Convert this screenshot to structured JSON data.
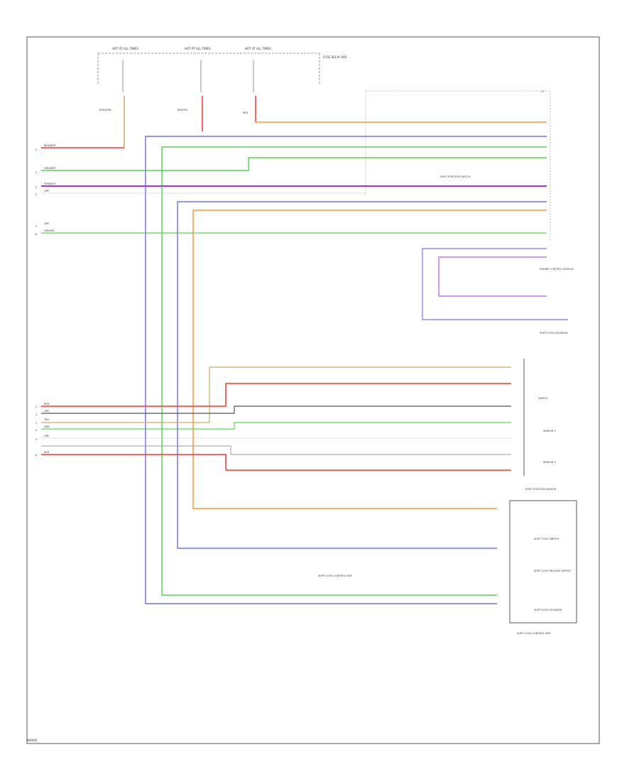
{
  "footer": {
    "code": "W0000"
  },
  "wire_colors": {
    "red": "#ff3333",
    "green": "#33cc33",
    "blue": "#5555ff",
    "purple": "#9933ff",
    "orange": "#ff9933",
    "grey": "#999999",
    "dark": "#555555",
    "tan": "#ccaa66"
  },
  "top_labels": {
    "fuse_a": "HOT AT ALL TIMES",
    "fuse_b": "HOT AT ALL TIMES",
    "fuse_c": "HOT AT ALL TIMES",
    "fuse_note": "FUSE RELAY BOX",
    "wire_a": "RED/GRN",
    "wire_b": "RED/YEL",
    "wire_c": "RED"
  },
  "left_pins": [
    {
      "num": "1",
      "label": "RED/WHT"
    },
    {
      "num": "2",
      "label": "GRN/WHT"
    },
    {
      "num": "3",
      "label": "PUR/WHT"
    },
    {
      "num": "4",
      "label": "GRY"
    },
    {
      "num": "5",
      "label": "GRY"
    },
    {
      "num": "6",
      "label": "GRN/YEL"
    }
  ],
  "right_labels": {
    "connector_main": "C1",
    "module_a": "ENGINE CONTROL MODULE",
    "module_b": "SHIFT LOCK SOLENOID",
    "module_c": "SHIFT POSITION SWITCH",
    "module_d": "SHIFT LOCK CONTROL UNIT"
  },
  "sensor_box": {
    "title": "SHIFT POSITION SENSOR",
    "sensor_1": "SENSOR 1",
    "sensor_2": "SENSOR 2",
    "switch": "SWITCH"
  },
  "lower_box": {
    "title": "SHIFT LOCK CONTROL UNIT",
    "item_1": "SHIFT LOCK SWITCH",
    "item_2": "SHIFT LOCK RELEASE SWITCH",
    "item_3": "SHIFT LOCK SOLENOID"
  },
  "bottom_left_pins": [
    {
      "num": "1",
      "label": "RED"
    },
    {
      "num": "2",
      "label": "GRY"
    },
    {
      "num": "3",
      "label": "TAN"
    },
    {
      "num": "4",
      "label": "GRN"
    },
    {
      "num": "5",
      "label": "GRY"
    },
    {
      "num": "6",
      "label": "RED"
    }
  ]
}
